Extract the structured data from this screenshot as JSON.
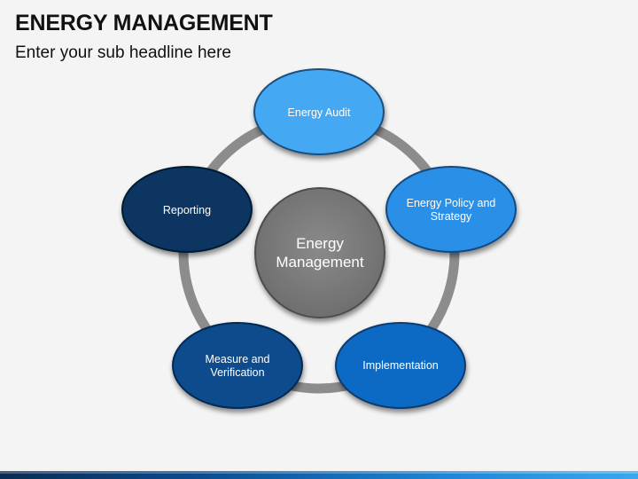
{
  "slide": {
    "title": "ENERGY MANAGEMENT",
    "subtitle": "Enter your sub headline here"
  },
  "diagram": {
    "center": {
      "lines": [
        "Energy",
        "Management"
      ],
      "color": "#7a7a7a"
    },
    "ring_color": "#8c8c8c",
    "nodes": [
      {
        "lines": [
          "Energy Audit"
        ],
        "color": "#44a8f2"
      },
      {
        "lines": [
          "Energy Policy and",
          "Strategy"
        ],
        "color": "#2a8fe6"
      },
      {
        "lines": [
          "Implementation"
        ],
        "color": "#0d6ac4"
      },
      {
        "lines": [
          "Measure and",
          "Verification"
        ],
        "color": "#0c4b8c"
      },
      {
        "lines": [
          "Reporting"
        ],
        "color": "#083462"
      }
    ]
  }
}
